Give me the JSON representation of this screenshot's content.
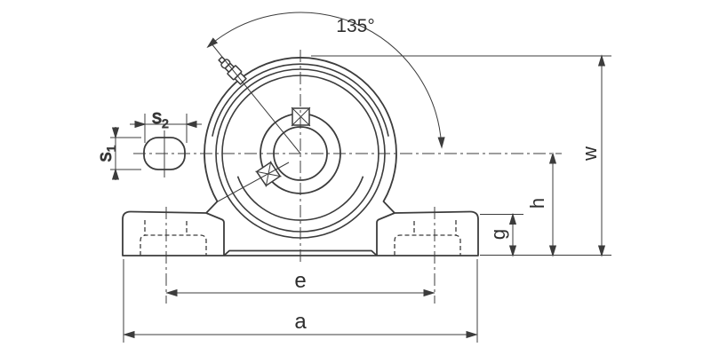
{
  "diagram": {
    "colors": {
      "line": "#3c3c3c",
      "ink": "#2e2e2e",
      "background": "#ffffff"
    },
    "labels": {
      "angle": "135°",
      "s2_base": "s",
      "s2_sub": "2",
      "s1_base": "s",
      "s1_sub": "1",
      "w": "w",
      "h": "h",
      "g": "g",
      "e": "e",
      "a": "a"
    }
  }
}
